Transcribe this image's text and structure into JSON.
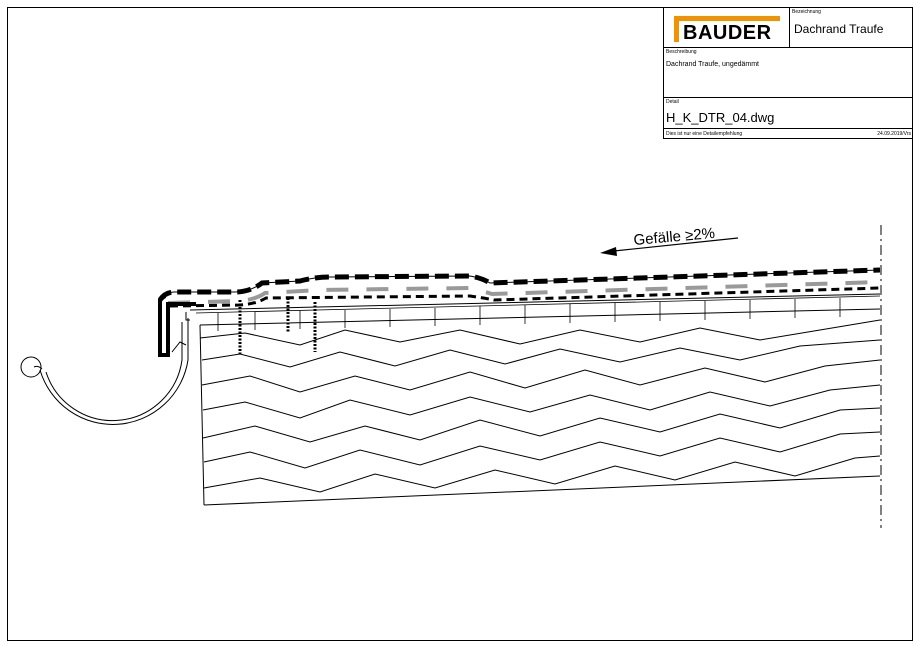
{
  "title_block": {
    "logo_text": "BAUDER",
    "bezeichnung_label": "Bezeichnung",
    "bezeichnung_value": "Dachrand Traufe",
    "beschreibung_label": "Beschreibung",
    "beschreibung_value": "Dachrand Traufe, ungedämmt",
    "detail_label": "Detail",
    "detail_value": "H_K_DTR_04.dwg",
    "footer_note": "Dies ist nur eine Detailempfehlung",
    "footer_date": "24.09.2019/Vrs"
  },
  "drawing": {
    "slope_label": "Gefälle ≥2%"
  },
  "colors": {
    "logo_orange": "#f39200",
    "layer_gray": "#9a9a9a",
    "line": "#000000"
  }
}
